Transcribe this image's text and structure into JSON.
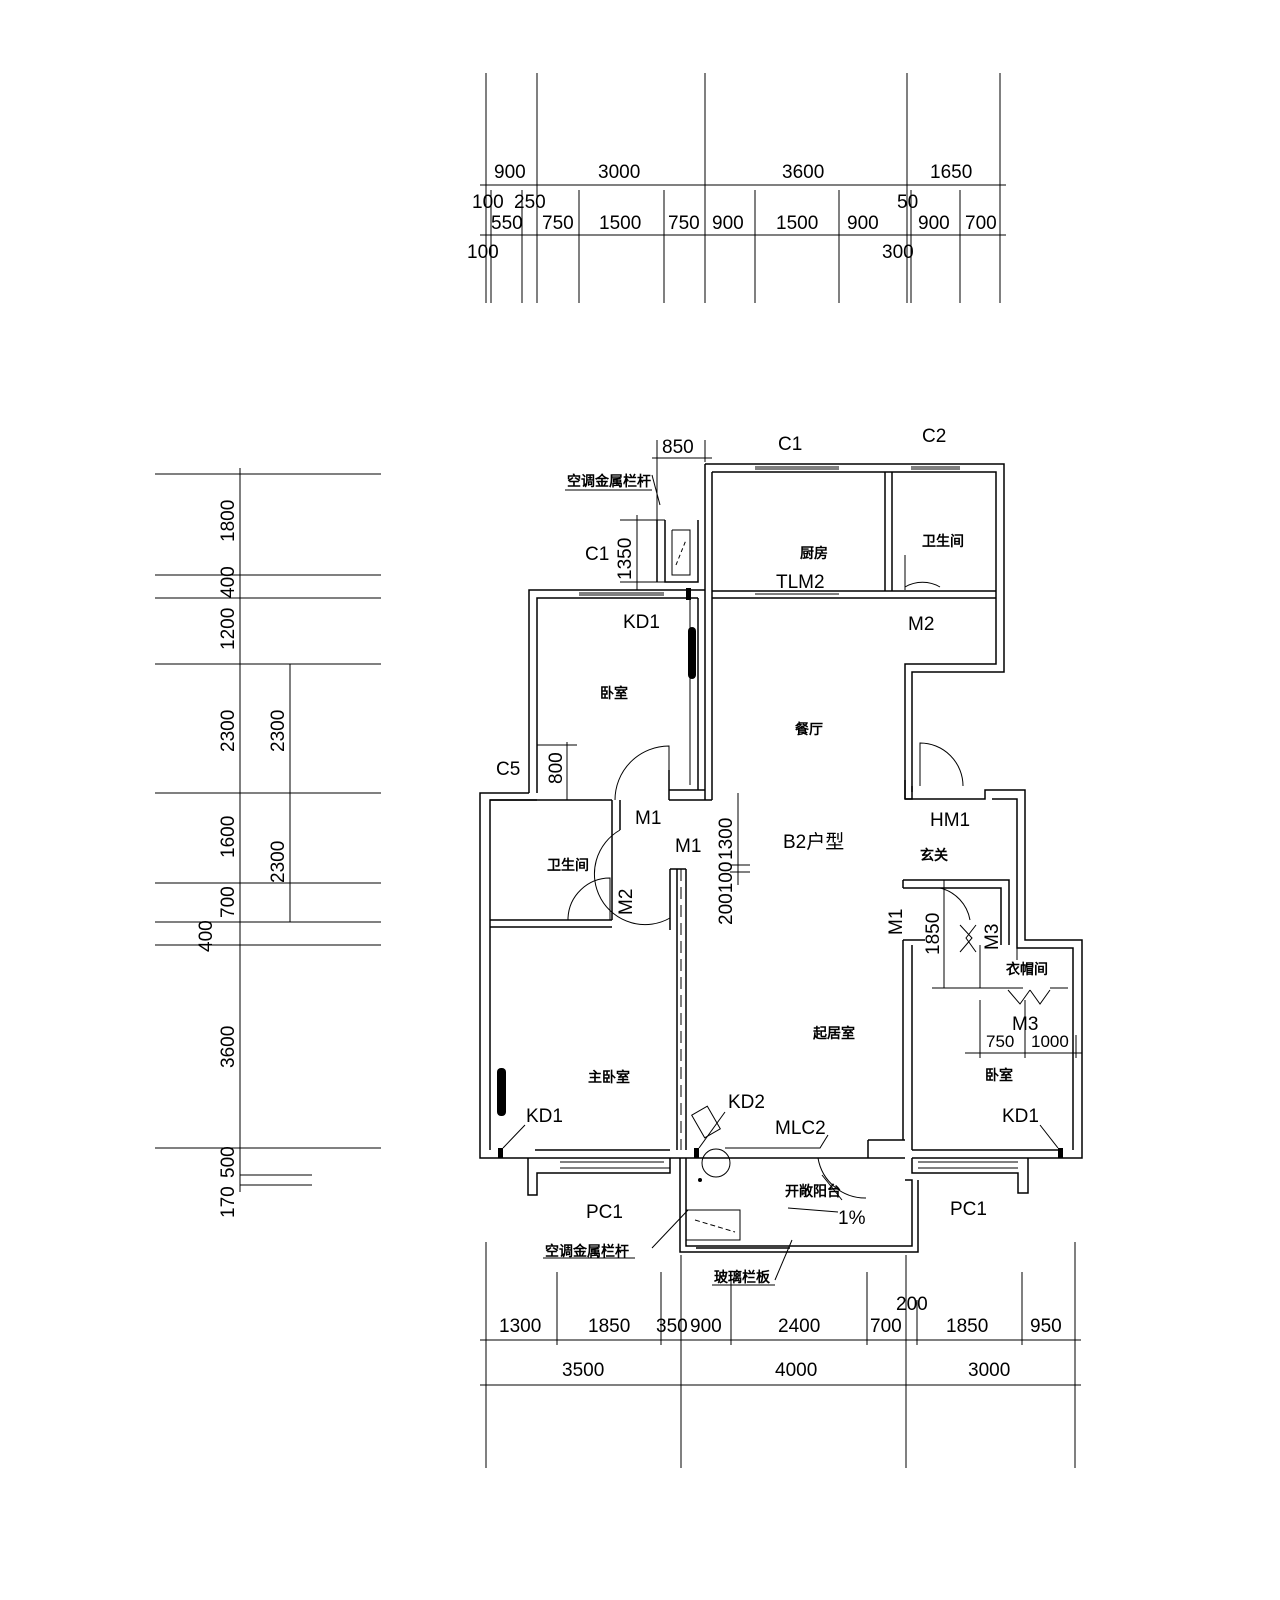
{
  "top_dims": {
    "row1": [
      "900",
      "3000",
      "3600",
      "1650"
    ],
    "row2a": [
      "100",
      "250",
      "50"
    ],
    "row2": [
      "550",
      "750",
      "1500",
      "750",
      "900",
      "1500",
      "900",
      "900",
      "700"
    ],
    "row3": [
      "100",
      "300"
    ]
  },
  "left_dims": {
    "col1": [
      "1800",
      "400",
      "1200",
      "2300",
      "1600",
      "700",
      "400",
      "3600",
      "500",
      "170"
    ],
    "col2": [
      "2300",
      "2300"
    ]
  },
  "bottom_dims": {
    "row1": [
      "1300",
      "1850",
      "350",
      "900",
      "2400",
      "700",
      "1850",
      "950"
    ],
    "extra": "200",
    "row2": [
      "3500",
      "4000",
      "3000"
    ]
  },
  "inner_dims": {
    "d850": "850",
    "d1350": "1350",
    "d800": "800",
    "d1300": "1300",
    "d200100": "200100",
    "d1850": "1850",
    "d750": "750",
    "d1000": "1000"
  },
  "rooms": {
    "kitchen": "厨房",
    "bath_top": "卫生间",
    "bedroom_top": "卧室",
    "dining": "餐厅",
    "unit": "B2户型",
    "bath_left": "卫生间",
    "entry": "玄关",
    "closet": "衣帽间",
    "living": "起居室",
    "master": "主卧室",
    "bedroom_right": "卧室",
    "balcony": "开敞阳台",
    "slope": "1%",
    "ac_rail_top": "空调金属栏杆",
    "ac_rail_bottom": "空调金属栏杆",
    "glass_rail": "玻璃栏板"
  },
  "labels": {
    "c1_top": "C1",
    "c2": "C2",
    "c1_left": "C1",
    "tlm2": "TLM2",
    "m2_top": "M2",
    "kd1_top": "KD1",
    "c5": "C5",
    "m1_a": "M1",
    "m1_b": "M1",
    "m2_left": "M2",
    "hm1": "HM1",
    "m1_right": "M1",
    "m3_a": "M3",
    "m3_b": "M3",
    "kd1_left": "KD1",
    "kd2": "KD2",
    "mlc2": "MLC2",
    "kd1_right": "KD1",
    "pc1_left": "PC1",
    "pc1_right": "PC1"
  }
}
